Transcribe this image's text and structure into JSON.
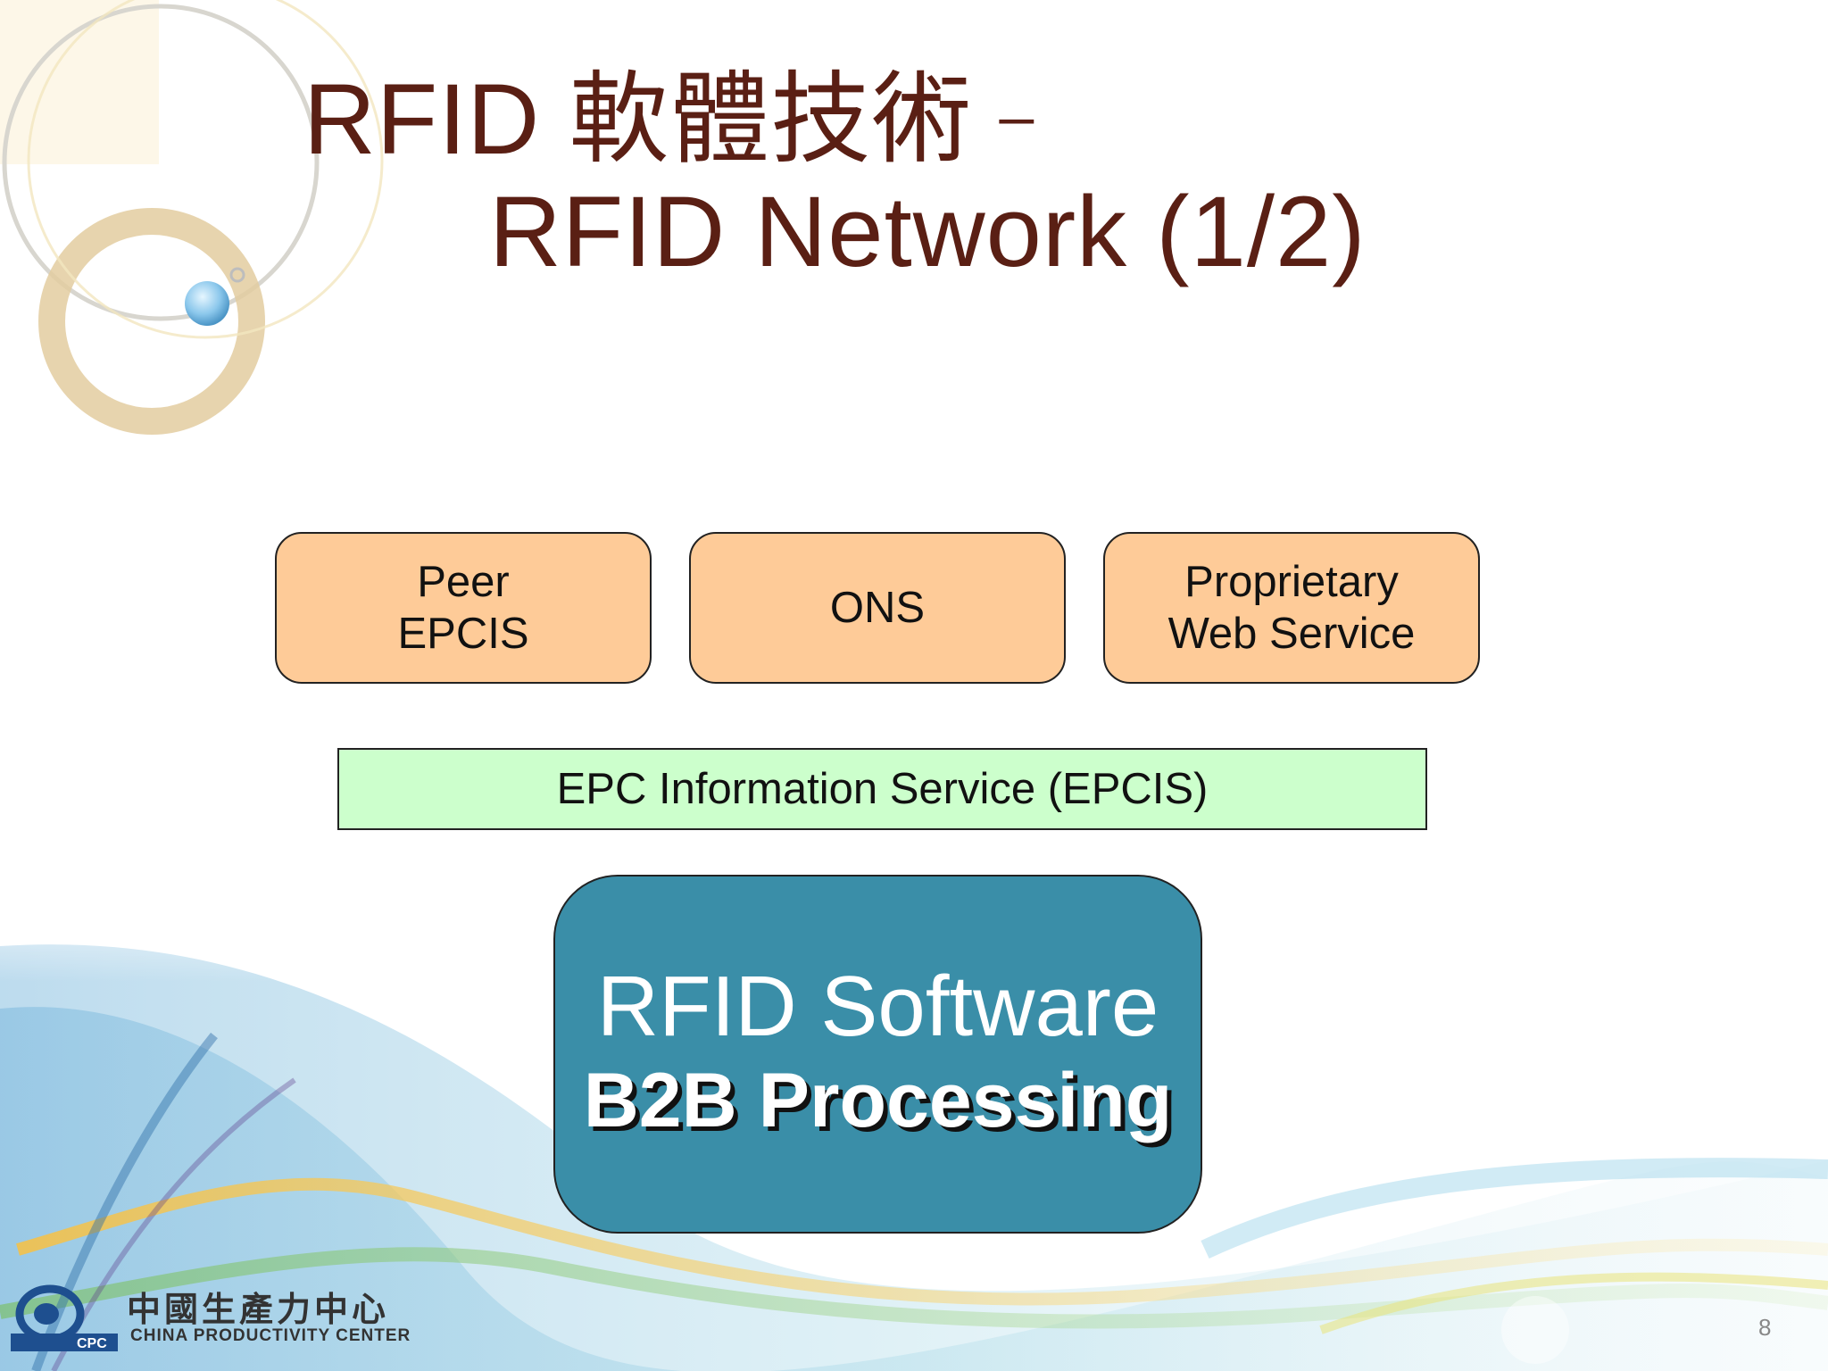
{
  "slide": {
    "title_line1": "RFID  軟體技術",
    "title_dash": "–",
    "title_line2": "RFID Network (1/2)",
    "page_number": "8"
  },
  "diagram": {
    "top_boxes": [
      {
        "lines": [
          "Peer",
          "EPCIS"
        ]
      },
      {
        "lines": [
          "ONS"
        ]
      },
      {
        "lines": [
          "Proprietary",
          "Web Service"
        ]
      }
    ],
    "middle_bar": "EPC Information Service (EPCIS)",
    "core_box": {
      "line1": "RFID Software",
      "line2": "B2B Processing"
    }
  },
  "logo": {
    "chinese": "中國生產力中心",
    "english": "CHINA PRODUCTIVITY CENTER",
    "badge": "CPC"
  },
  "colors": {
    "title": "#5a1f14",
    "top_box_fill": "#fecb98",
    "middle_bar_fill": "#ccffcc",
    "core_box_fill": "#3a8ea8"
  }
}
